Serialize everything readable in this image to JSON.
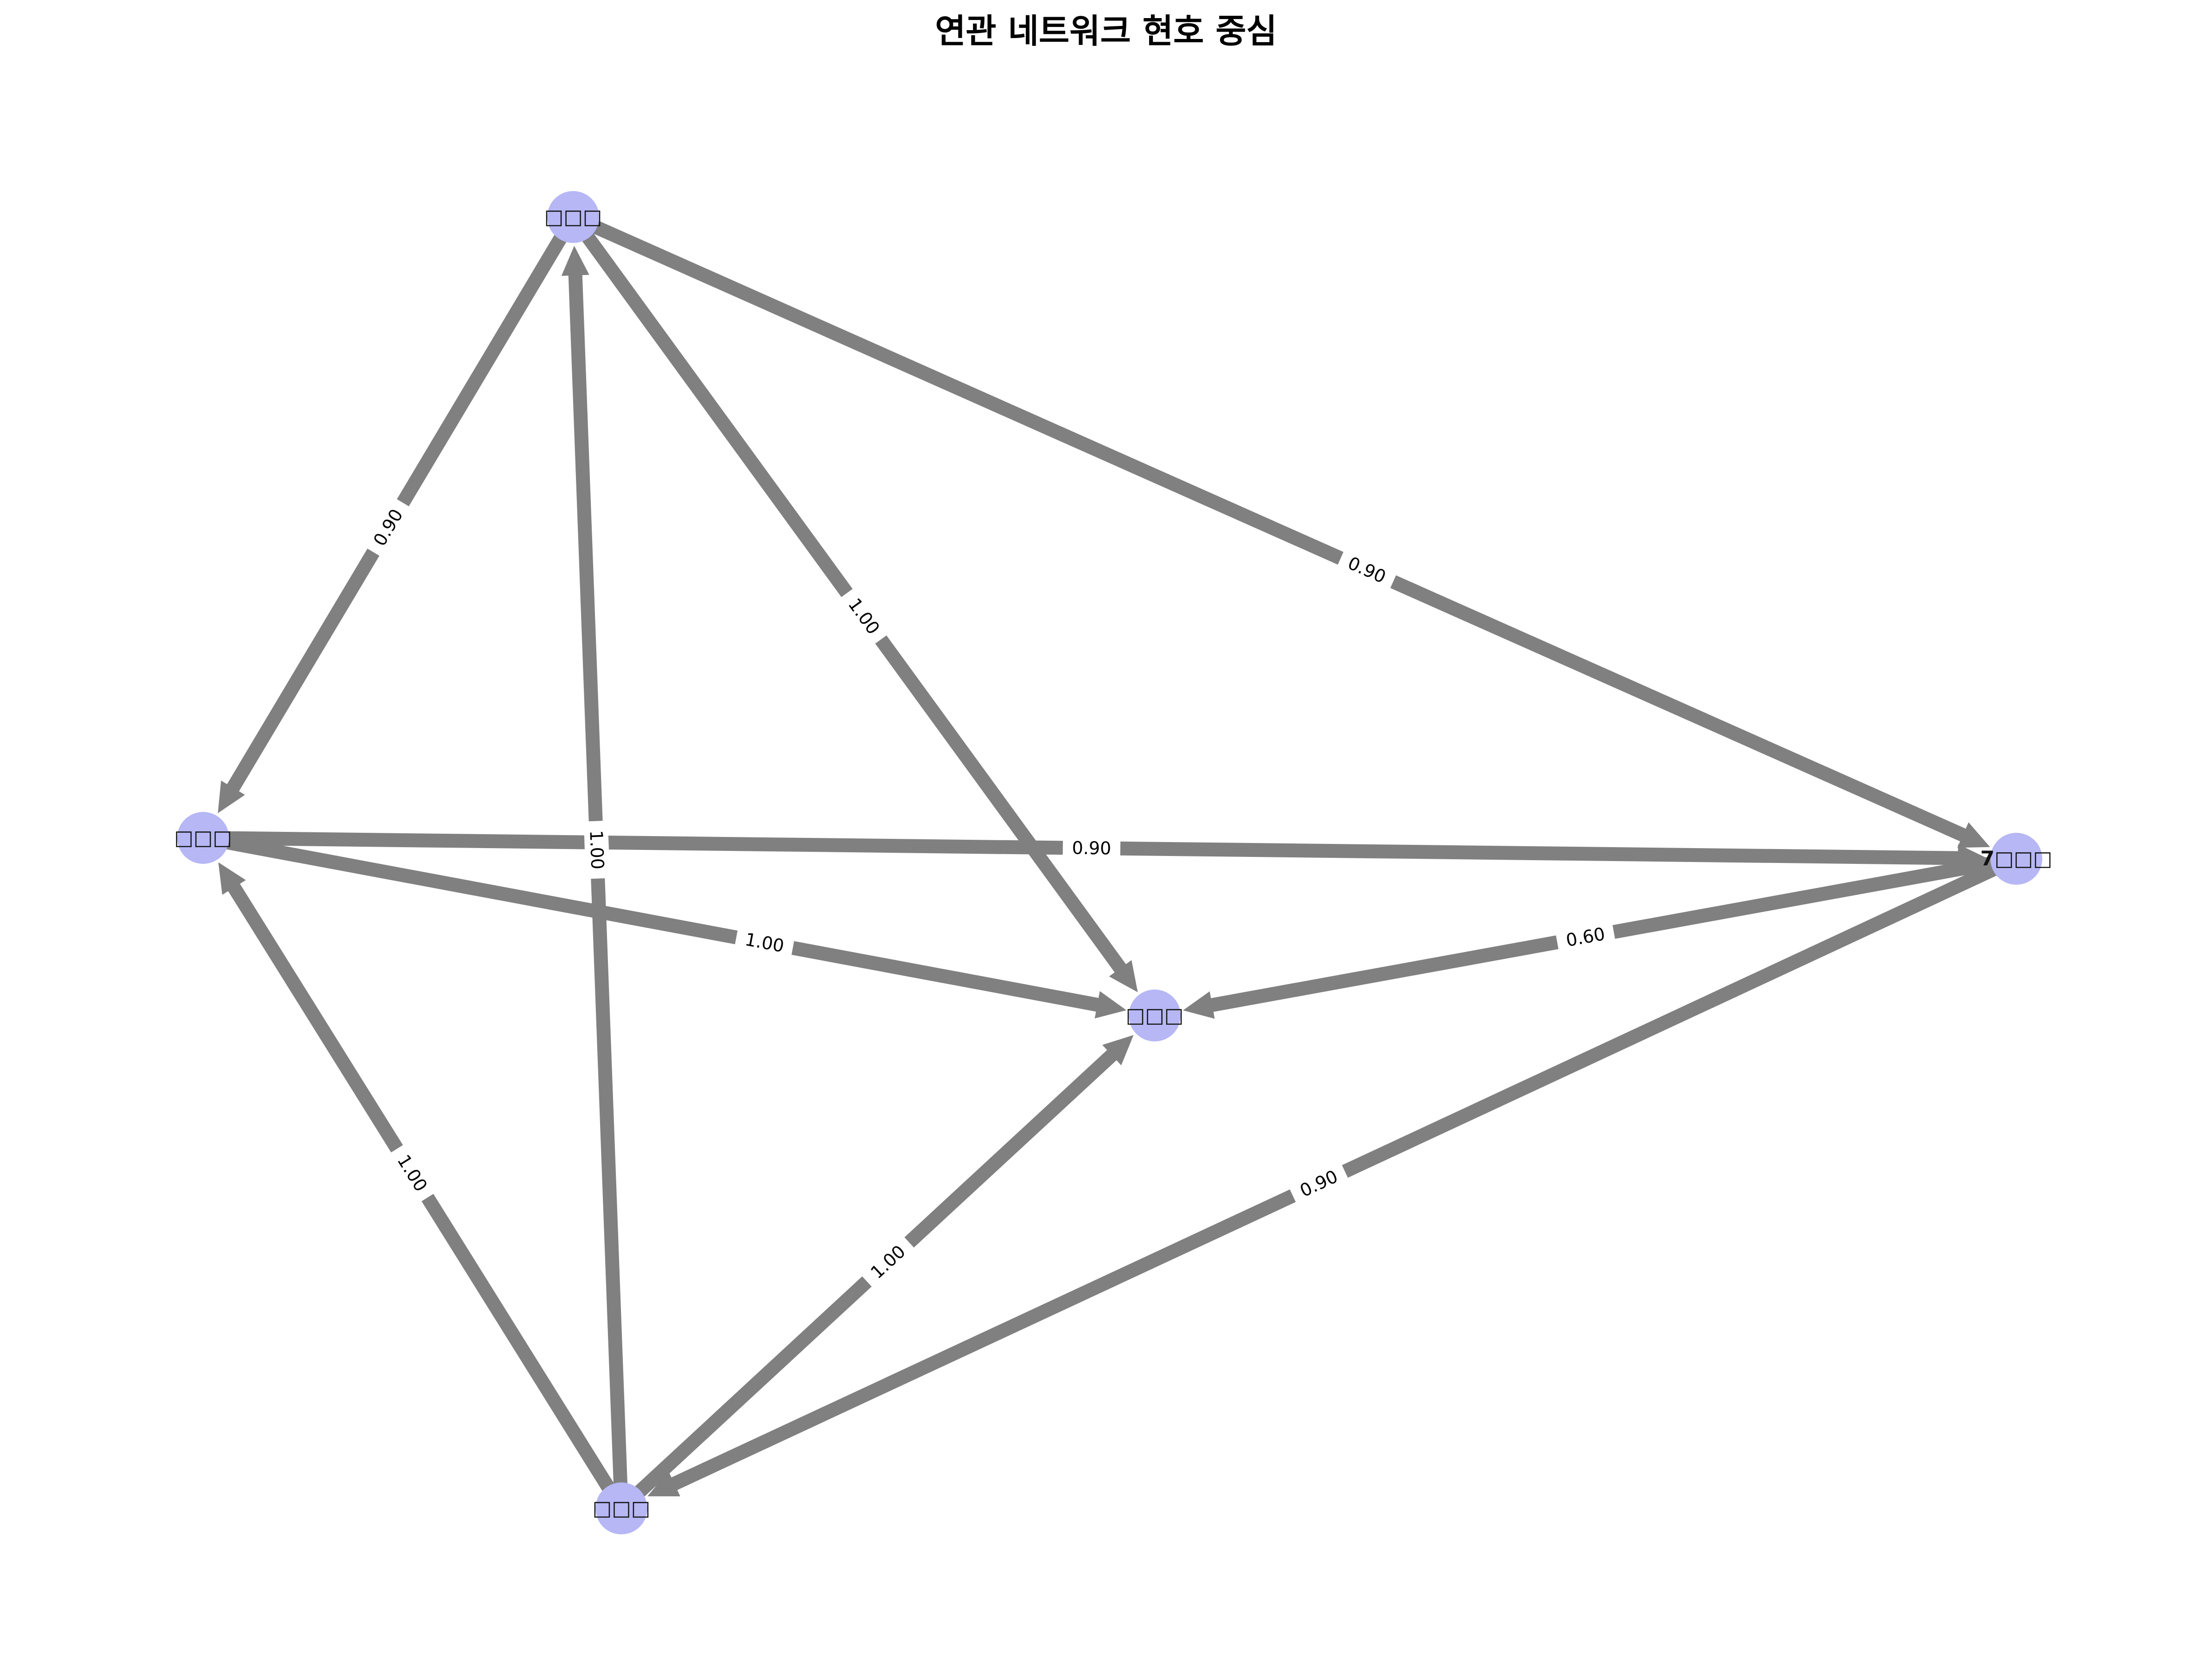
{
  "title": "연관 네트워크 현호 중심",
  "colors": {
    "edge": "#808080",
    "node": "#b6b7f4",
    "label_bg": "#ffffff"
  },
  "nodes": [
    {
      "id": "n1",
      "label": "□□□"
    },
    {
      "id": "n2",
      "label": "□□□"
    },
    {
      "id": "n3",
      "label": "7□□□"
    },
    {
      "id": "n4",
      "label": "□□□"
    },
    {
      "id": "n5",
      "label": "□□□"
    }
  ],
  "edges": [
    {
      "source": "n1",
      "target": "n2",
      "weight": "0.90"
    },
    {
      "source": "n1",
      "target": "n4",
      "weight": "1.00"
    },
    {
      "source": "n1",
      "target": "n3",
      "weight": "0.90"
    },
    {
      "source": "n2",
      "target": "n3",
      "weight": "0.90"
    },
    {
      "source": "n2",
      "target": "n4",
      "weight": "1.00"
    },
    {
      "source": "n3",
      "target": "n4",
      "weight": "0.60"
    },
    {
      "source": "n5",
      "target": "n2",
      "weight": "1.00"
    },
    {
      "source": "n5",
      "target": "n1",
      "weight": "1.00"
    },
    {
      "source": "n5",
      "target": "n4",
      "weight": "1.00"
    },
    {
      "source": "n3",
      "target": "n5",
      "weight": "0.90"
    }
  ]
}
